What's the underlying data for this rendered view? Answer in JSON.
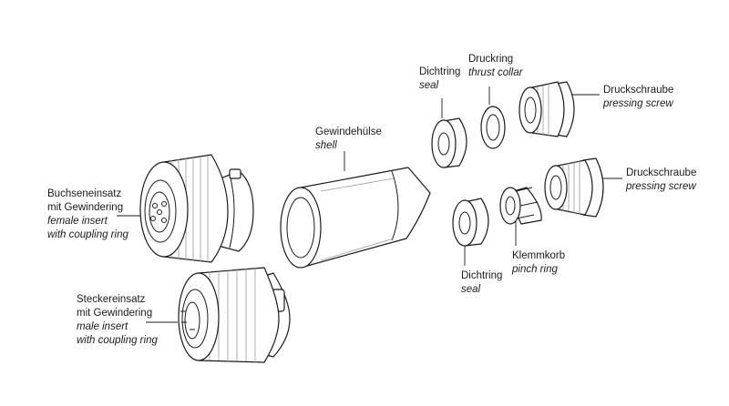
{
  "labels": {
    "pressing_screw_top": {
      "de": "Druckschraube",
      "en": "pressing screw"
    },
    "thrust_collar": {
      "de": "Druckring",
      "en": "thrust collar"
    },
    "seal_top": {
      "de": "Dichtring",
      "en": "seal"
    },
    "shell": {
      "de": "Gewindehülse",
      "en": "shell"
    },
    "pressing_screw_right": {
      "de": "Druckschraube",
      "en": "pressing screw"
    },
    "female_insert": {
      "de1": "Buchseneinsatz",
      "de2": "mit Gewindering",
      "en1": "female insert",
      "en2": "with coupling ring"
    },
    "pinch_ring": {
      "de": "Klemmkorb",
      "en": "pinch ring"
    },
    "seal_bottom": {
      "de": "Dichtring",
      "en": "seal"
    },
    "male_insert": {
      "de1": "Steckereinsatz",
      "de2": "mit Gewindering",
      "en1": "male insert",
      "en2": "with coupling ring"
    }
  }
}
